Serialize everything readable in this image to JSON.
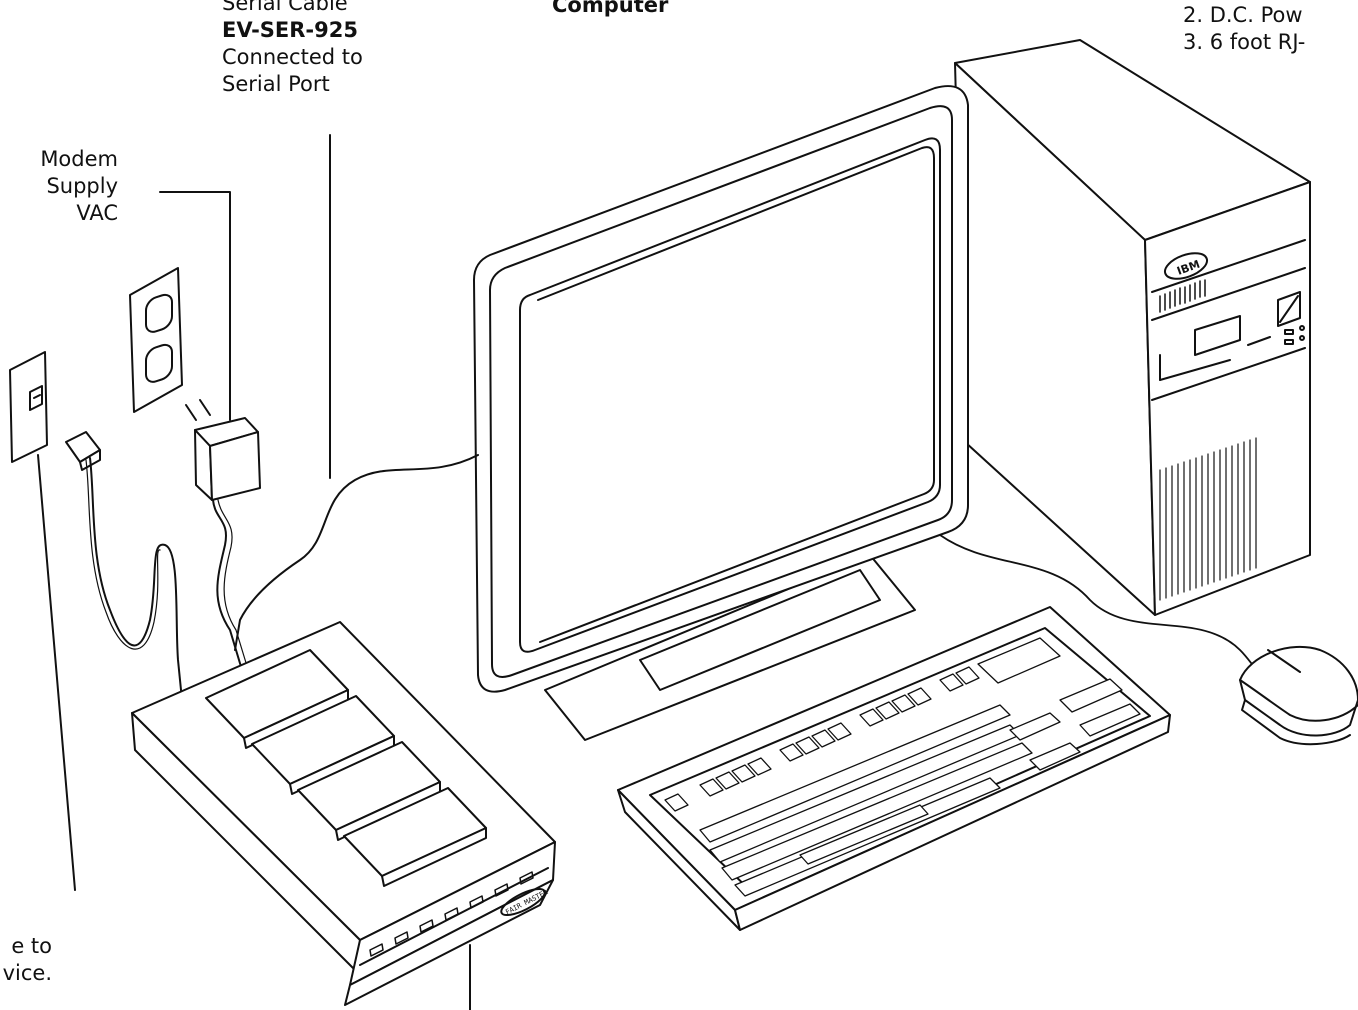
{
  "labels": {
    "serial_cable": {
      "line1": "Serial Cable",
      "line2": "EV-SER-925",
      "line3": "Connected to",
      "line4": "Serial Port"
    },
    "computer": "Computer",
    "modem_supply": {
      "line1": "Modem",
      "line2": "Supply",
      "line3": "VAC"
    },
    "parts_list": {
      "line2": "2. D.C. Pow",
      "line3": "3. 6 foot RJ-"
    },
    "phone_line": {
      "line1": "e to",
      "line2": "vice."
    }
  },
  "device_text": {
    "modem_badge": "FAIR MASTER",
    "tower_logo": "IBM"
  }
}
